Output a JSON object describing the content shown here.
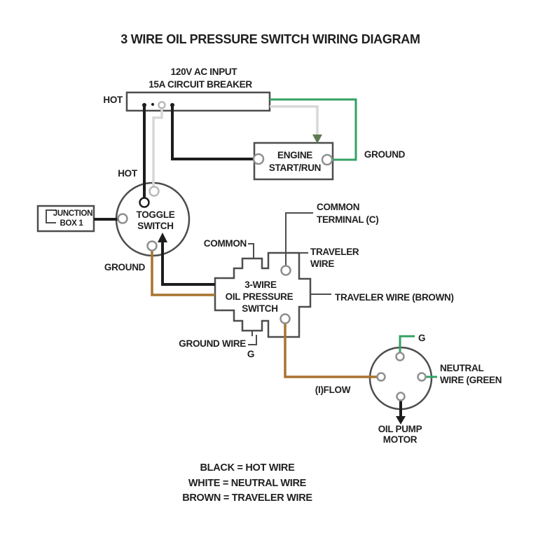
{
  "title": "3 WIRE OIL PRESSURE SWITCH WIRING DIAGRAM",
  "colors": {
    "background": "#ffffff",
    "black_wire": "#1d1d1d",
    "white_wire": "#d8d8d8",
    "green_wire": "#34a163",
    "brown_wire": "#a9732e",
    "ground_arrow": "#5f7b52",
    "outline": "#4d4d4d",
    "text": "#1f1f1f"
  },
  "circuit_breaker": {
    "label_line1": "120V AC INPUT",
    "label_line2": "15A CIRCUIT BREAKER",
    "hot_label": "HOT"
  },
  "engine_box": {
    "label_line1": "ENGINE",
    "label_line2": "START/RUN",
    "ground_label": "GROUND"
  },
  "toggle_switch": {
    "label_line1": "TOGGLE",
    "label_line2": "SWITCH",
    "hot_label": "HOT",
    "ground_label": "GROUND"
  },
  "junction_box": {
    "label_line1": "JUNCTION",
    "label_line2": "BOX 1"
  },
  "pressure_switch": {
    "label_line1": "3-WIRE",
    "label_line2": "OIL PRESSURE",
    "label_line3": "SWITCH",
    "common_label": "COMMON",
    "common_terminal_label_line1": "COMMON",
    "common_terminal_label_line2": "TERMINAL (C)",
    "traveler_label_line1": "TRAVELER",
    "traveler_label_line2": "WIRE",
    "traveler_brown_label": "TRAVELER WIRE (BROWN)",
    "ground_wire_label": "GROUND WIRE",
    "ground_g_label": "G"
  },
  "oil_pump_motor": {
    "flow_label": "(I)FLOW",
    "g_label": "G",
    "neutral_label_line1": "NEUTRAL",
    "neutral_label_line2": "WIRE (GREEN",
    "name_line1": "OIL PUMP",
    "name_line2": "MOTOR"
  },
  "legend": {
    "line1": "BLACK = HOT WIRE",
    "line2": "WHITE = NEUTRAL WIRE",
    "line3": "BROWN = TRAVELER WIRE"
  }
}
